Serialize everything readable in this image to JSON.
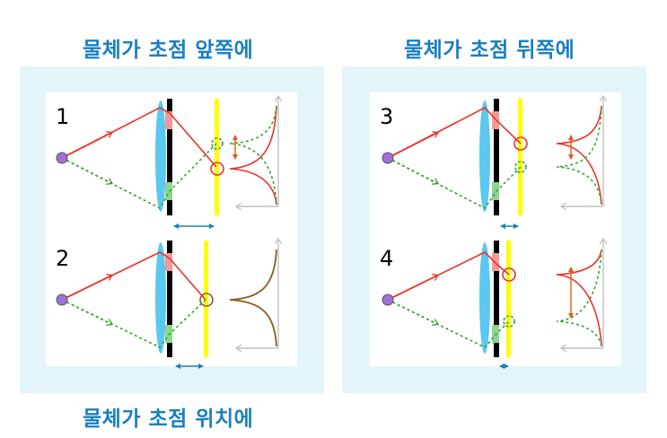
{
  "headings": {
    "left_top": "물체가 초점 앞쪽에",
    "right_top": "물체가 초점 뒤쪽에",
    "left_bottom": "물체가 초점 위치에"
  },
  "diagrams": [
    {
      "number": "1"
    },
    {
      "number": "2"
    },
    {
      "number": "3"
    },
    {
      "number": "4"
    }
  ],
  "colors": {
    "heading": "#1a7fc0",
    "panel_bg": "#e3f5f9",
    "ray_red": "#e8332a",
    "ray_green": "#3aa02d",
    "lens": "#5ac8f0",
    "screen": "#ffff00",
    "source": "#a070d8",
    "arrow_blue": "#1a7fc0",
    "arrow_orange": "#e05a1a",
    "curve_brown": "#8b5a1e"
  }
}
